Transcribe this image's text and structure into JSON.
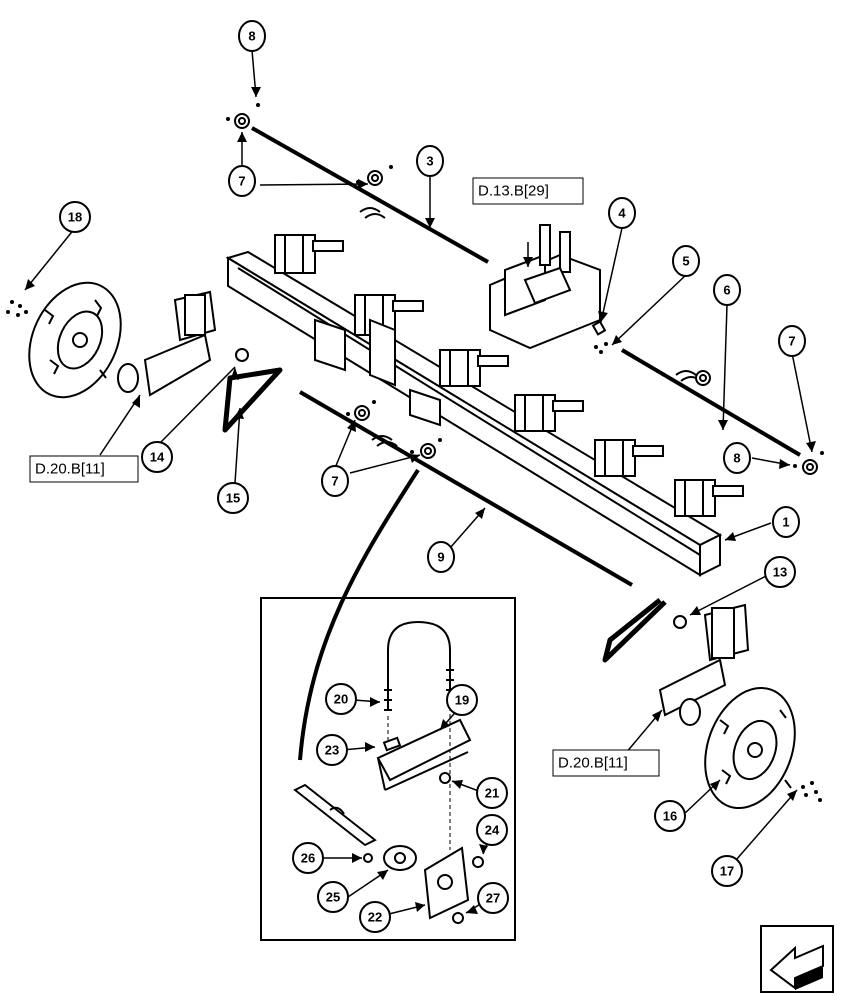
{
  "callouts": [
    {
      "id": "c-8a",
      "label": "8"
    },
    {
      "id": "c-7a",
      "label": "7"
    },
    {
      "id": "c-3",
      "label": "3"
    },
    {
      "id": "c-18",
      "label": "18"
    },
    {
      "id": "c-4",
      "label": "4"
    },
    {
      "id": "c-5",
      "label": "5"
    },
    {
      "id": "c-6",
      "label": "6"
    },
    {
      "id": "c-7b",
      "label": "7"
    },
    {
      "id": "c-8b",
      "label": "8"
    },
    {
      "id": "c-14",
      "label": "14"
    },
    {
      "id": "c-15",
      "label": "15"
    },
    {
      "id": "c-7c",
      "label": "7"
    },
    {
      "id": "c-1",
      "label": "1"
    },
    {
      "id": "c-9",
      "label": "9"
    },
    {
      "id": "c-13",
      "label": "13"
    },
    {
      "id": "c-20",
      "label": "20"
    },
    {
      "id": "c-19",
      "label": "19"
    },
    {
      "id": "c-23",
      "label": "23"
    },
    {
      "id": "c-21",
      "label": "21"
    },
    {
      "id": "c-24",
      "label": "24"
    },
    {
      "id": "c-26",
      "label": "26"
    },
    {
      "id": "c-25",
      "label": "25"
    },
    {
      "id": "c-27",
      "label": "27"
    },
    {
      "id": "c-22",
      "label": "22"
    },
    {
      "id": "c-16",
      "label": "16"
    },
    {
      "id": "c-17",
      "label": "17"
    }
  ],
  "references": [
    {
      "id": "ref-d13",
      "label": "D.13.B[29]"
    },
    {
      "id": "ref-d20-left",
      "label": "D.20.B[11]"
    },
    {
      "id": "ref-d20-right",
      "label": "D.20.B[11]"
    }
  ],
  "icons": {
    "nav": "next-page-arrow-icon"
  },
  "colors": {
    "ink": "#000000",
    "paper": "#ffffff"
  }
}
